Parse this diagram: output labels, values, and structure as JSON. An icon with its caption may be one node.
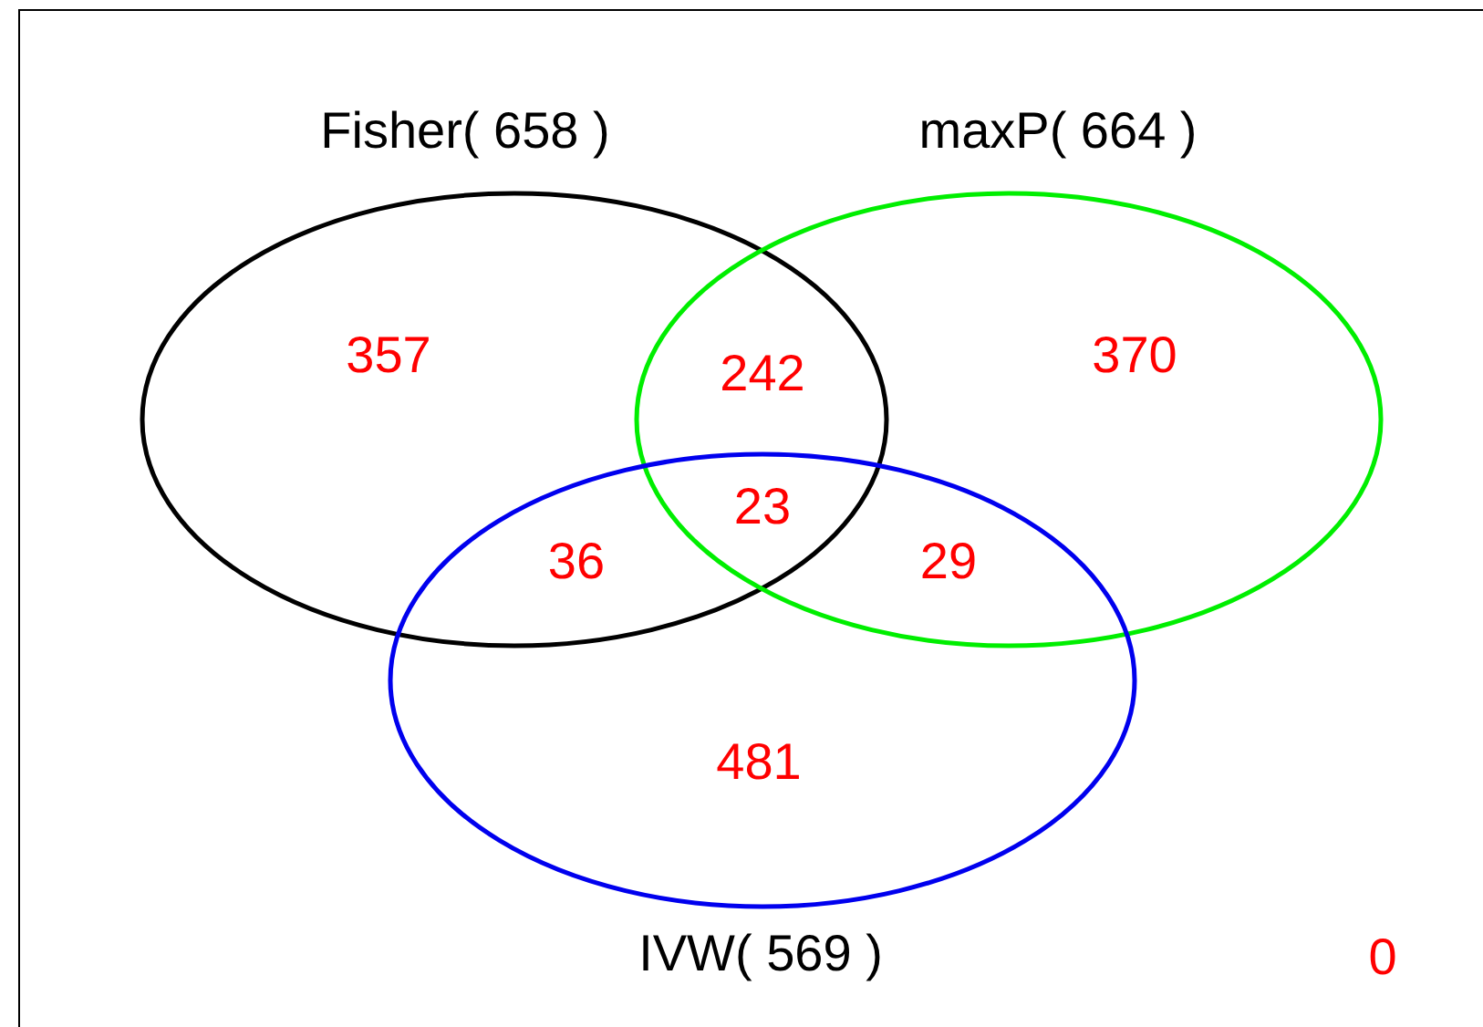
{
  "diagram": {
    "nodes": [
      {
        "text": [
          "Fisher( 658 )"
        ]
      },
      {
        "text": [
          "maxP( 664 )"
        ]
      },
      {
        "text": [
          "IVW( 569 )"
        ]
      }
    ],
    "labels": [
      "357",
      "242",
      "370",
      "23",
      "36",
      "29",
      "481",
      "0"
    ]
  }
}
